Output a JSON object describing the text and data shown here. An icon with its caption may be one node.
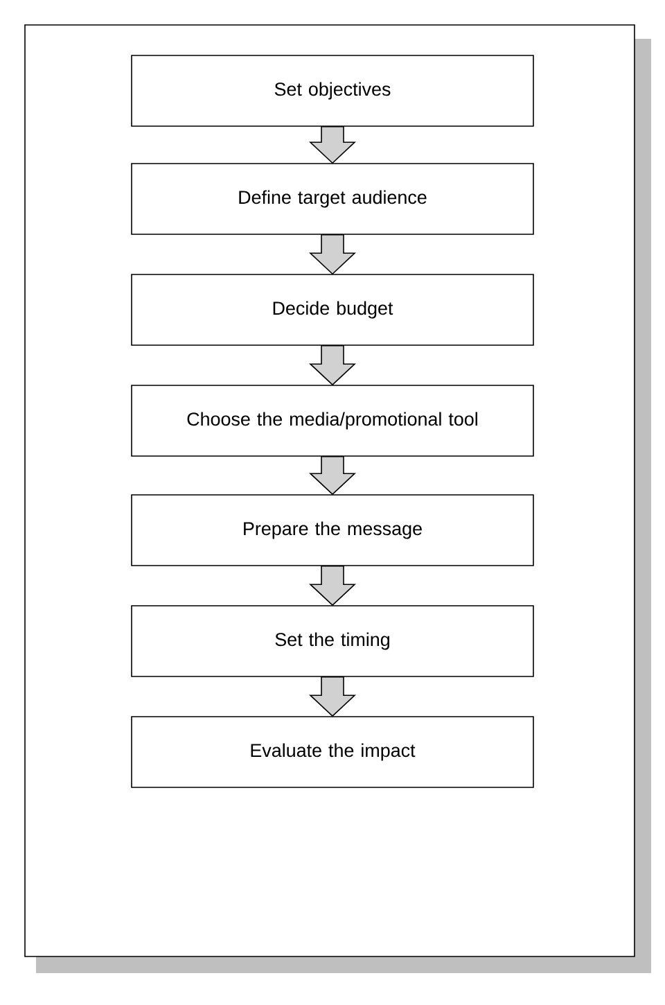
{
  "diagram": {
    "nodes": [
      {
        "text": [
          "Set objectives"
        ]
      },
      {
        "text": [
          "Define target audience"
        ]
      },
      {
        "text": [
          "Decide budget"
        ]
      },
      {
        "text": [
          "Choose the media/promotional tool"
        ]
      },
      {
        "text": [
          "Prepare the message"
        ]
      },
      {
        "text": [
          "Set the timing"
        ]
      },
      {
        "text": [
          "Evaluate the impact"
        ]
      }
    ],
    "edges": [
      {
        "from": 0,
        "to": 1,
        "arrow": "to"
      },
      {
        "from": 1,
        "to": 2,
        "arrow": "to"
      },
      {
        "from": 2,
        "to": 3,
        "arrow": "to"
      },
      {
        "from": 3,
        "to": 4,
        "arrow": "to"
      },
      {
        "from": 4,
        "to": 5,
        "arrow": "to"
      },
      {
        "from": 5,
        "to": 6,
        "arrow": "to"
      }
    ]
  }
}
